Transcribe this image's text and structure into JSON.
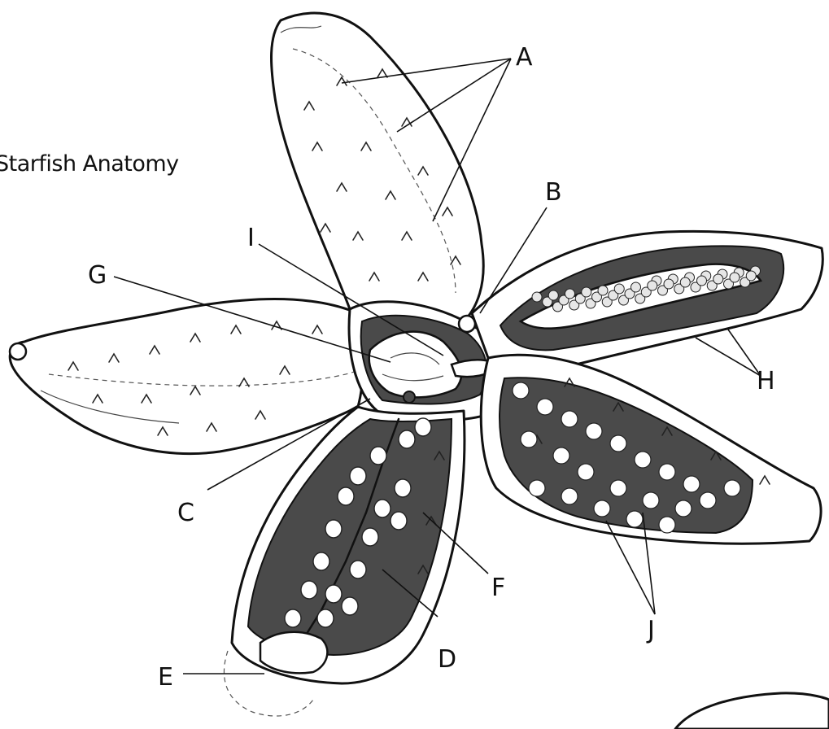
{
  "title": "Starfish Anatomy",
  "labels": {
    "A": "A",
    "B": "B",
    "C": "C",
    "D": "D",
    "E": "E",
    "F": "F",
    "G": "G",
    "H": "H",
    "I": "I",
    "J": "J"
  }
}
